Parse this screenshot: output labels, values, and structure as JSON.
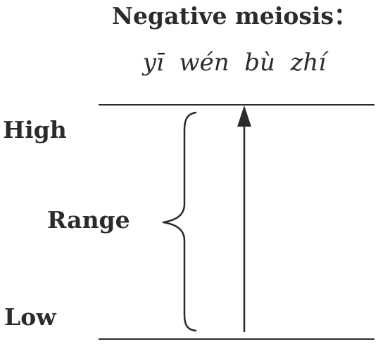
{
  "diagram": {
    "title": "Negative meiosis：",
    "pinyin": "yī  wén  bù  zhí",
    "labels": {
      "high": "High",
      "range": "Range",
      "low": "Low"
    },
    "colors": {
      "ink": "#2b2b2b",
      "background": "#ffffff"
    }
  }
}
